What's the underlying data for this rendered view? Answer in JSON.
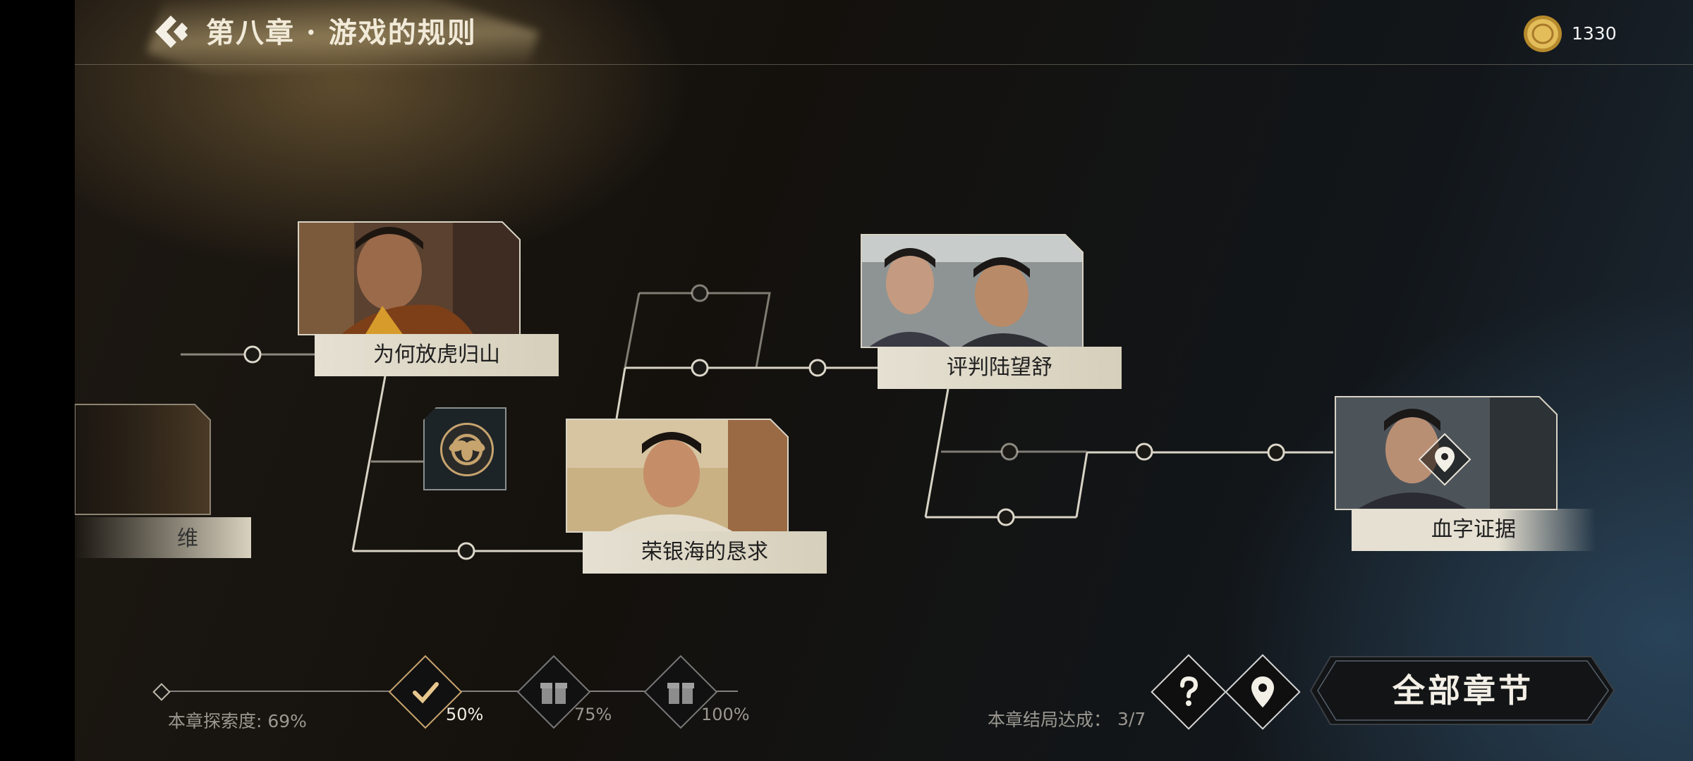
{
  "header": {
    "chapter_title": "第八章 · 游戏的规则",
    "coin_count": "1330"
  },
  "story_nodes": [
    {
      "id": "n1",
      "label": "为何放虎归山"
    },
    {
      "id": "n2",
      "label": "荣银海的恳求"
    },
    {
      "id": "n3",
      "label": "评判陆望舒"
    },
    {
      "id": "n4",
      "label": "血字证据"
    }
  ],
  "previous_node": {
    "label_fragment": "维"
  },
  "badge": {
    "icon": "bee-emblem-icon"
  },
  "footer": {
    "exploration_label": "本章探索度: 69%",
    "milestones": [
      {
        "label": "50%",
        "state": "achieved",
        "icon": "check-icon"
      },
      {
        "label": "75%",
        "state": "locked",
        "icon": "gift-icon"
      },
      {
        "label": "100%",
        "state": "locked",
        "icon": "gift-icon"
      }
    ],
    "ending_label": "本章结局达成：",
    "ending_value": "3/7",
    "help_icon": "question-icon",
    "map_icon": "location-pin-icon",
    "all_chapters_label": "全部章节"
  },
  "colors": {
    "accent_gold": "#c7a46e",
    "label_bg": "#e5e0d2",
    "track": "#d8d3c5"
  }
}
